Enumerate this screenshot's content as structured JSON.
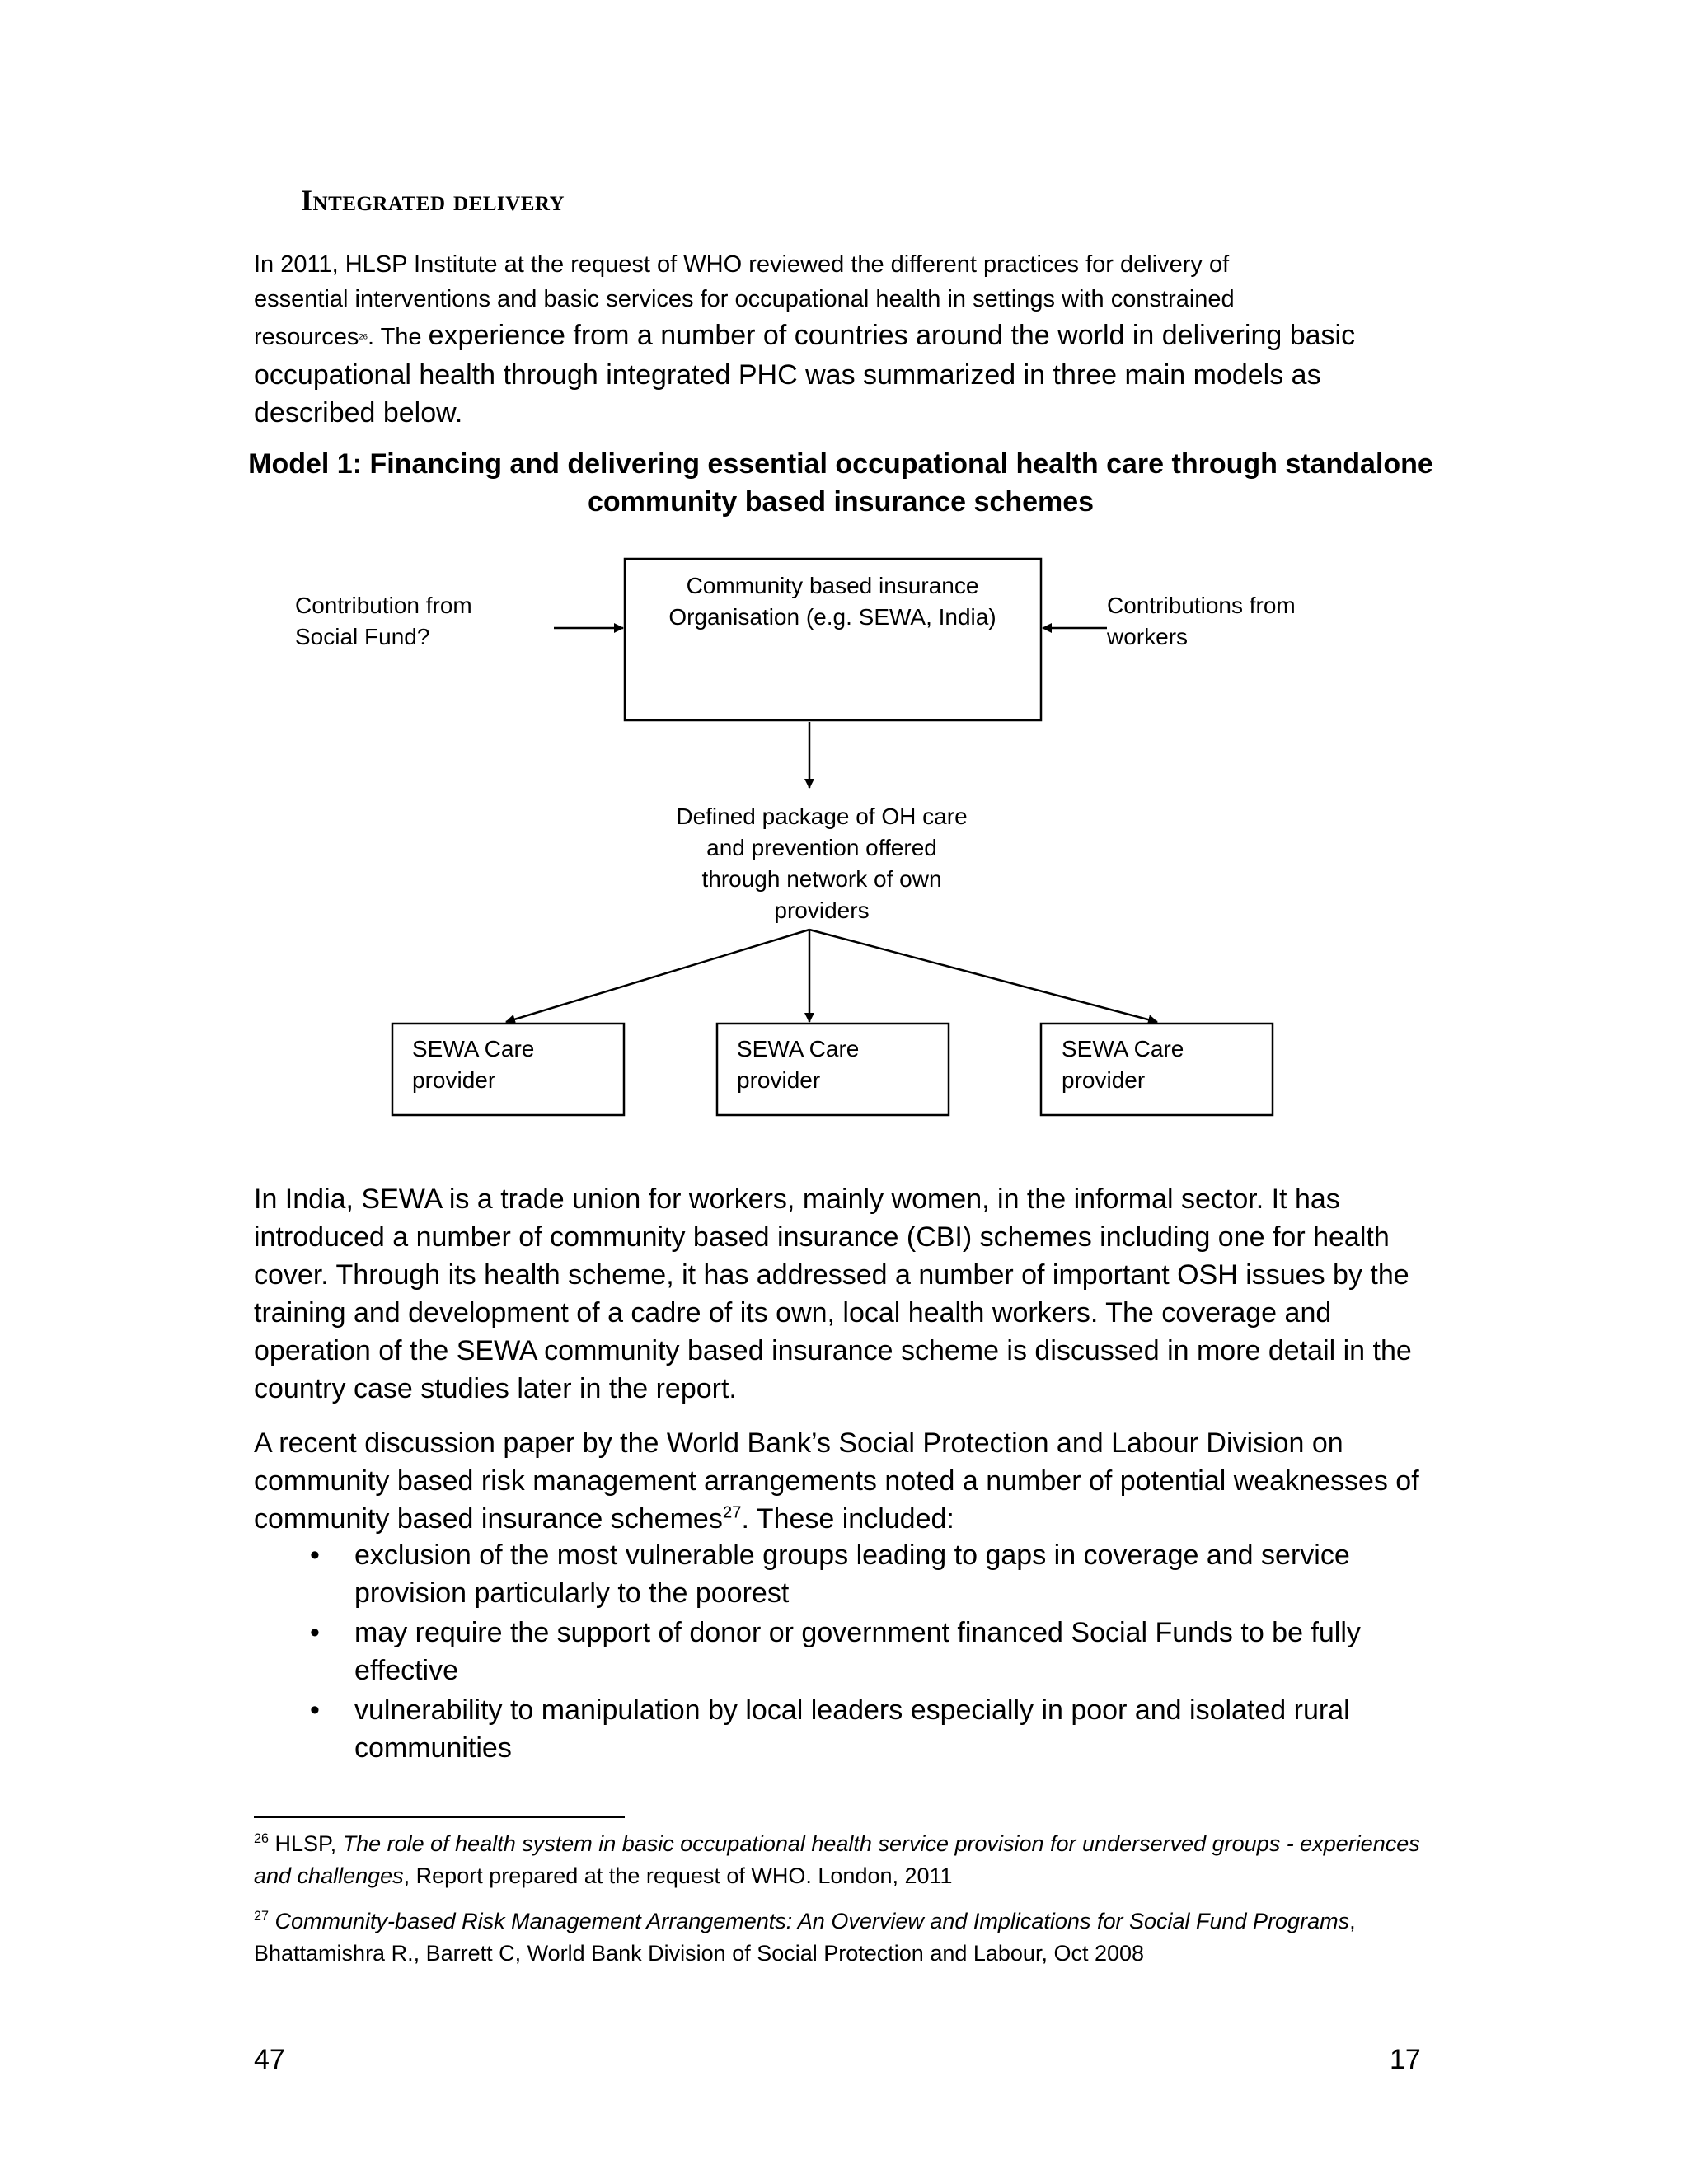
{
  "heading": "Integrated delivery",
  "intro": {
    "line1": "In 2011, HLSP Institute  at the request of WHO reviewed the different practices for delivery of",
    "line2": "essential interventions and basic services for occupational health in settings with constrained",
    "line3_small": "resources",
    "ref": "26",
    "line3_rest_small": ". The ",
    "line3_rest_big": "experience from a number of countries around the world in delivering basic",
    "line4": "occupational health through integrated PHC was summarized in three main models as",
    "line5": "described below."
  },
  "model_title": {
    "line1": "Model 1:   Financing and delivering essential occupational health care  through standalone",
    "line2": "community based insurance schemes"
  },
  "diagram": {
    "left_label_1": "Contribution from",
    "left_label_2": "Social Fund?",
    "center_box_1": "Community based insurance",
    "center_box_2": "Organisation (e.g. SEWA, India)",
    "right_label_1": "Contributions from",
    "right_label_2": "workers",
    "package_1": "Defined package of OH care",
    "package_2": "and prevention offered",
    "package_3": "through network of own",
    "package_4": "providers",
    "provider_1a": "SEWA Care",
    "provider_1b": "provider",
    "provider_2a": "SEWA Care",
    "provider_2b": "provider",
    "provider_3a": "SEWA Care",
    "provider_3b": "provider"
  },
  "para2": "In India, SEWA is a trade union for workers, mainly women, in the informal sector. It has introduced a number of community based insurance (CBI) schemes including one for health cover.  Through its health scheme, it has addressed a number of important OSH issues by the training and development of a cadre of its own, local health workers. The coverage and operation of the SEWA community based insurance scheme is discussed in more detail in the country case studies later in the report.",
  "para3": {
    "text": "A recent discussion paper by the World Bank’s Social Protection and Labour Division on community based risk management arrangements noted a number of potential weaknesses of community based insurance schemes",
    "ref": "27",
    "tail": ". These included:"
  },
  "bullets": [
    "exclusion of the most vulnerable groups leading to gaps in coverage and service provision particularly to the poorest",
    "may require the support of donor or government financed Social Funds to be fully effective",
    "vulnerability to manipulation by local leaders especially in poor and isolated rural communities"
  ],
  "bullet_symbol": "•",
  "footnotes": [
    {
      "num": "26",
      "pre": " HLSP, ",
      "italic": "The role of health system in basic occupational health service provision for underserved groups - experiences and challenges",
      "post": ", Report prepared at the request of WHO. London, 2011"
    },
    {
      "num": "27",
      "pre": " ",
      "italic": "Community-based Risk Management Arrangements: An Overview and Implications for Social Fund Programs",
      "post": ", Bhattamishra R., Barrett C, World Bank Division of Social Protection and Labour, Oct 2008"
    }
  ],
  "page_left": "47",
  "page_right": "17"
}
